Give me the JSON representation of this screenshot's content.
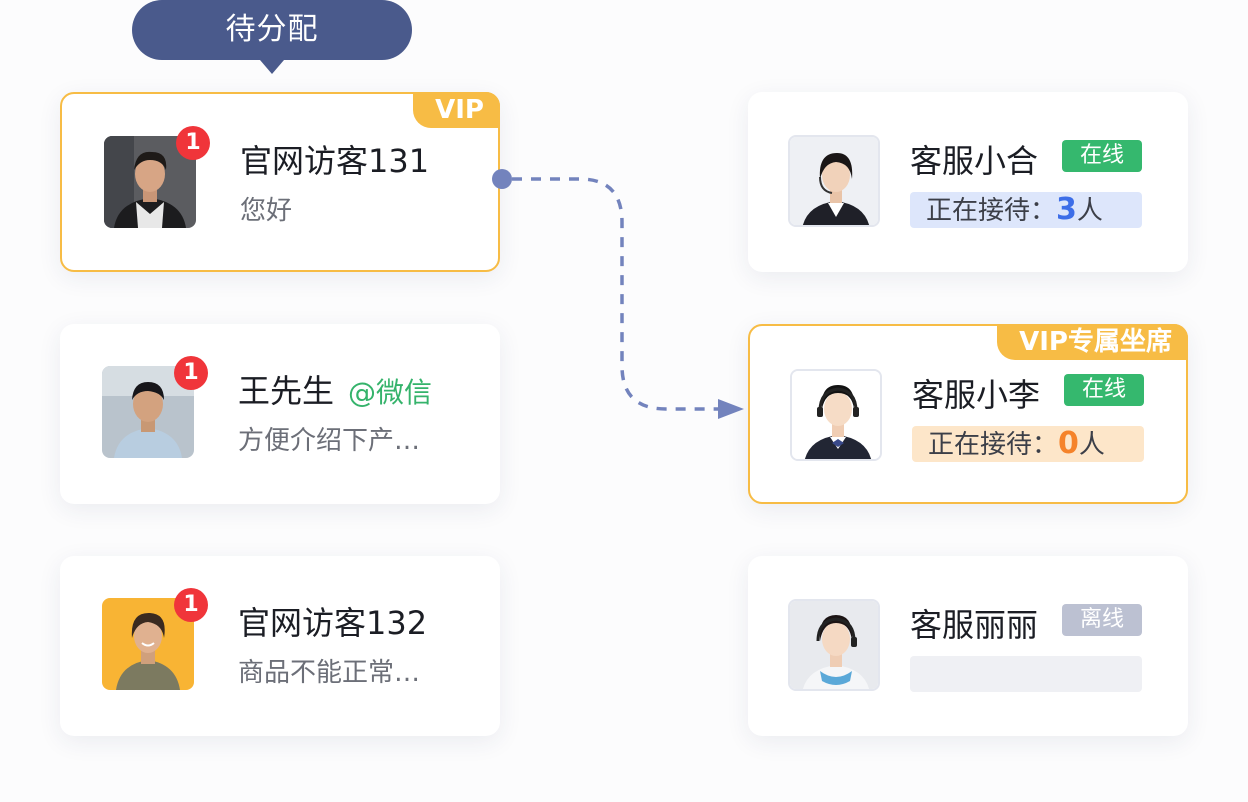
{
  "pending_label": "待分配",
  "visitors": [
    {
      "name": "官网访客131",
      "channel": "",
      "message": "您好",
      "unread": "1",
      "tag": "VIP"
    },
    {
      "name": "王先生",
      "channel": "@微信",
      "message": "方便介绍下产…",
      "unread": "1",
      "tag": ""
    },
    {
      "name": "官网访客132",
      "channel": "",
      "message": "商品不能正常…",
      "unread": "1",
      "tag": ""
    }
  ],
  "agents": [
    {
      "name": "客服小合",
      "status": "在线",
      "serving_prefix": "正在接待：",
      "serving_count": "3",
      "serving_unit": "人",
      "tag": ""
    },
    {
      "name": "客服小李",
      "status": "在线",
      "serving_prefix": "正在接待：",
      "serving_count": "0",
      "serving_unit": "人",
      "tag": "VIP专属坐席"
    },
    {
      "name": "客服丽丽",
      "status": "离线",
      "serving_prefix": "",
      "serving_count": "",
      "serving_unit": "",
      "tag": ""
    }
  ],
  "colors": {
    "vip_gold": "#f7bc45",
    "pending_navy": "#4a5a8c",
    "online_green": "#35b86e",
    "offline_gray": "#bcc1d2",
    "badge_red": "#f0353a",
    "connector": "#7383bd"
  }
}
